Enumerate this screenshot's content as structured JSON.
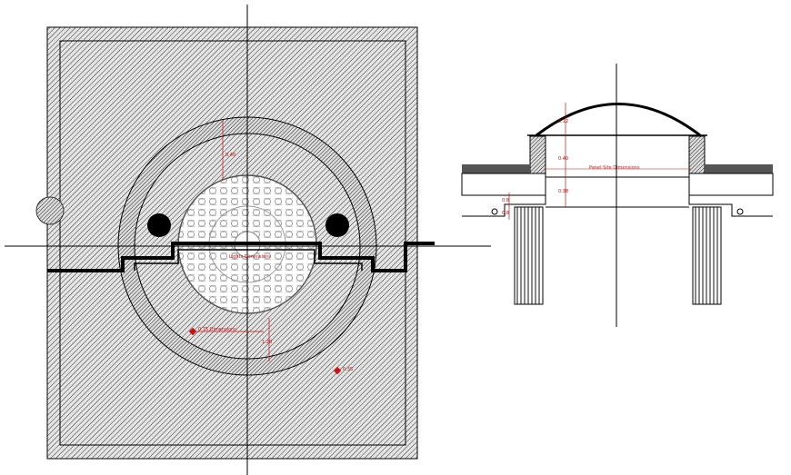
{
  "drawing": {
    "plan": {
      "labels": {
        "radius_note": "0.40",
        "centre_note": "Lights Dimensions",
        "lower_note": "0.75 Dimensions",
        "lower_dim": "1.20",
        "corner_note": "0.35"
      }
    },
    "section": {
      "labels": {
        "dome_height": "0.12",
        "upper_height": "0.40",
        "lower_height": "0.38",
        "panel_note": "Panel Site Dimensions",
        "left_dim_a": "0.8",
        "left_dim_b": "0.8"
      }
    },
    "colors": {
      "line": "#000000",
      "dimension": "#cc1111",
      "hatch_bg": "#d8d8d8"
    }
  }
}
